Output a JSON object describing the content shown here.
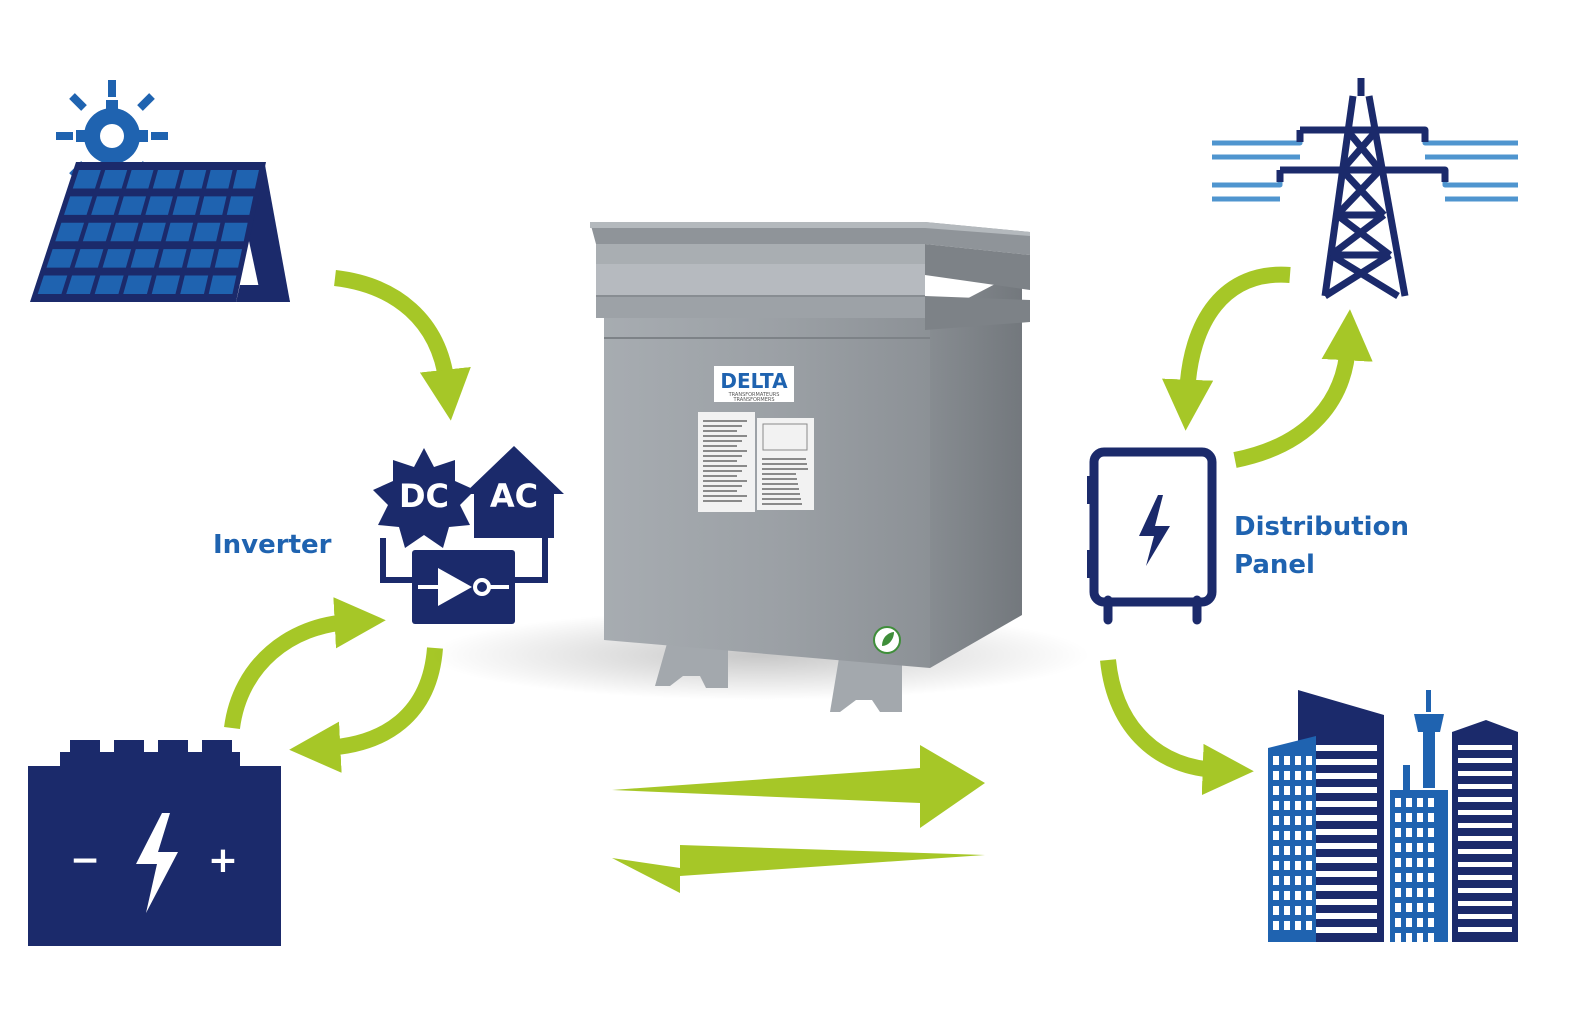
{
  "colors": {
    "navy": "#1b2a6b",
    "blue": "#1f63b0",
    "lightblue": "#4f95cf",
    "green": "#a6c727",
    "steel": "#9da3a8"
  },
  "inverter": {
    "label": "Inverter",
    "dc_text": "DC",
    "ac_text": "AC"
  },
  "distribution_panel": {
    "label_line1": "Distribution",
    "label_line2": "Panel"
  },
  "battery": {
    "minus": "−",
    "plus": "+"
  },
  "transformer": {
    "brand": "DELTA",
    "brand_sub1": "TRANSFORMATEURS",
    "brand_sub2": "TRANSFORMERS"
  },
  "icons": [
    "solar-panel-icon",
    "sun-icon",
    "battery-icon",
    "inverter-icon",
    "transmission-tower-icon",
    "distribution-panel-icon",
    "city-buildings-icon"
  ]
}
